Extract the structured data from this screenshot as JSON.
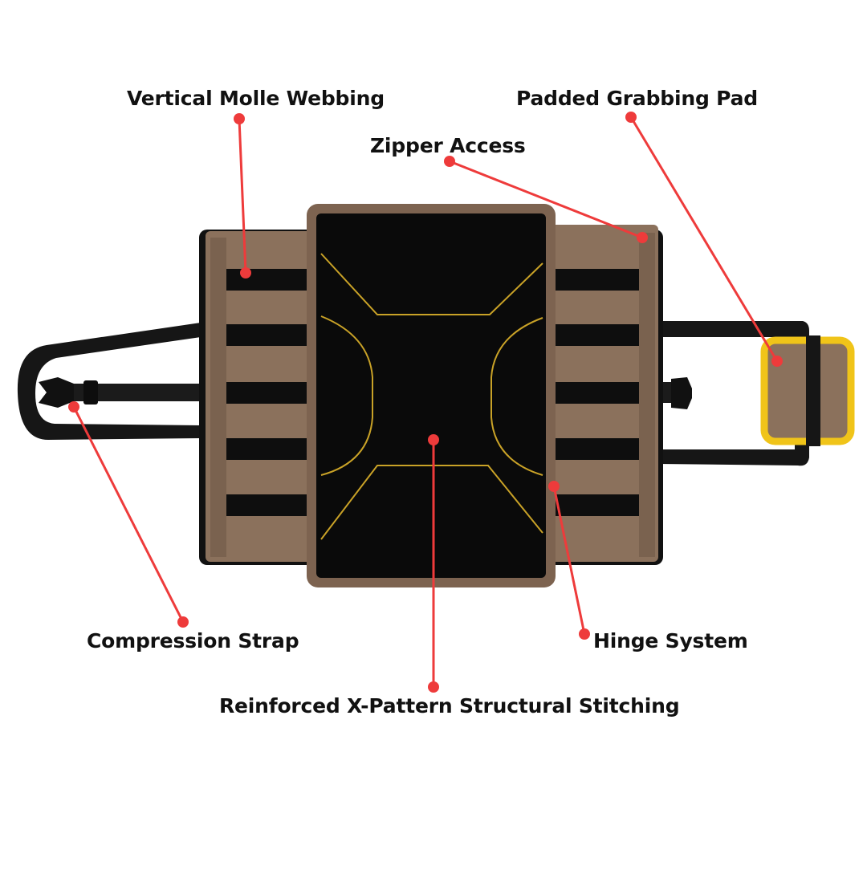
{
  "colors": {
    "callout": "#ee3b3b",
    "fabric": "#8b715c",
    "panel": "#0a0a0a",
    "stitch": "#c9a227",
    "pad_trim": "#f0c419",
    "strap": "#161616"
  },
  "labels": {
    "molle": "Vertical Molle Webbing",
    "grab_pad": "Padded Grabbing Pad",
    "zipper": "Zipper Access",
    "compression": "Compression Strap",
    "hinge": "Hinge System",
    "stitching": "Reinforced X-Pattern Structural Stitching"
  }
}
